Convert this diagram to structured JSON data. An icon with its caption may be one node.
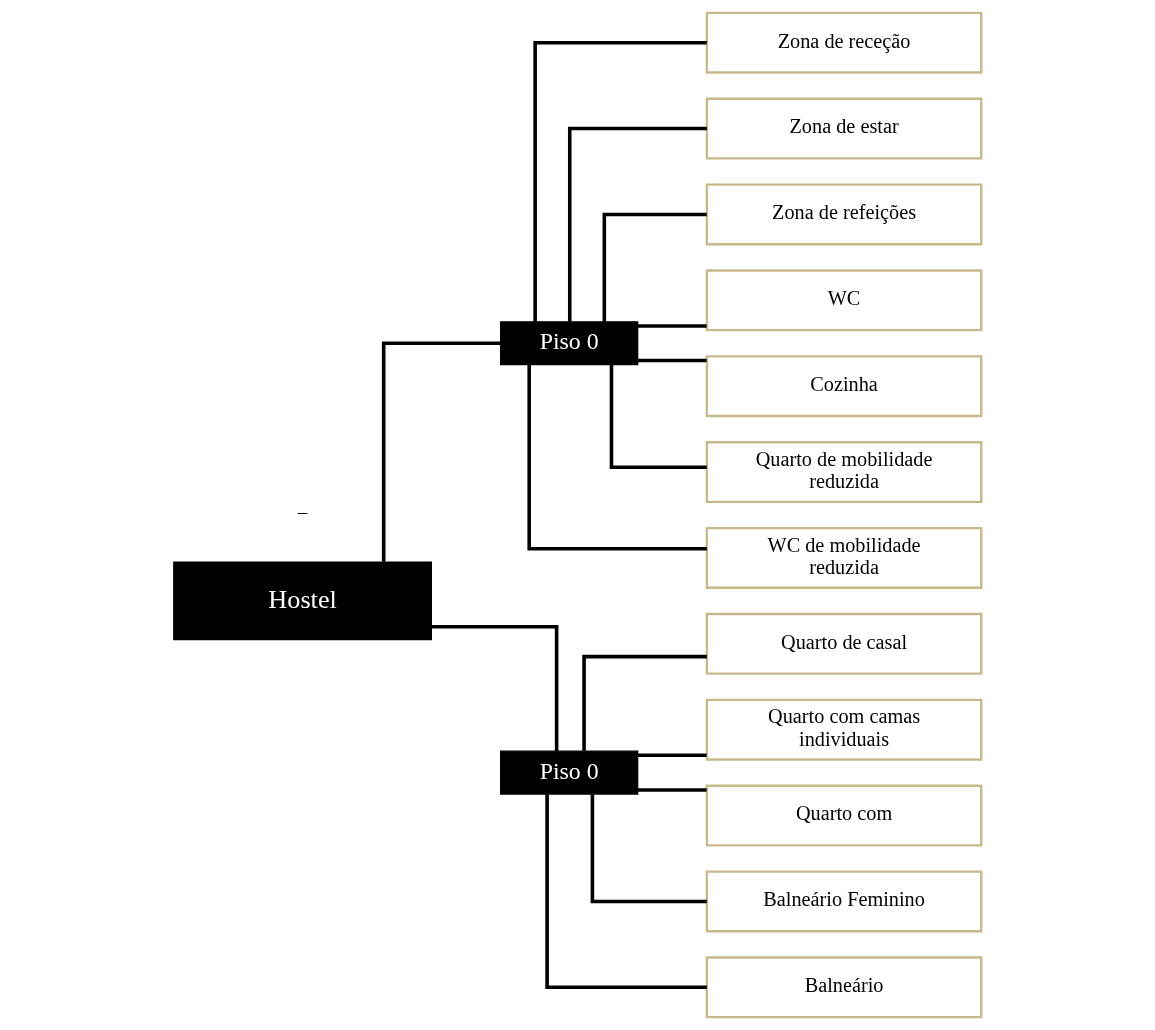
{
  "diagram": {
    "nodes": [
      {
        "text": [
          "Hostel"
        ]
      },
      {
        "text": [
          "Piso 0"
        ]
      },
      {
        "text": [
          "Piso 0"
        ]
      },
      {
        "text": [
          "Zona de receção"
        ]
      },
      {
        "text": [
          "Zona de estar"
        ]
      },
      {
        "text": [
          "Zona de refeições"
        ]
      },
      {
        "text": [
          "WC"
        ]
      },
      {
        "text": [
          "Cozinha"
        ]
      },
      {
        "text": [
          "Quarto de mobilidade reduzida"
        ]
      },
      {
        "text": [
          "WC de mobilidade reduzida"
        ]
      },
      {
        "text": [
          "Quarto de casal"
        ]
      },
      {
        "text": [
          "Quarto com camas individuais"
        ]
      },
      {
        "text": [
          "Quarto com"
        ]
      },
      {
        "text": [
          "Balneário Feminino"
        ]
      },
      {
        "text": [
          "Balneário"
        ]
      }
    ],
    "edges": [
      {
        "from": 0,
        "to": 1,
        "arrow": "none"
      },
      {
        "from": 0,
        "to": 2,
        "arrow": "none"
      },
      {
        "from": 1,
        "to": 3,
        "arrow": "none"
      },
      {
        "from": 1,
        "to": 4,
        "arrow": "none"
      },
      {
        "from": 1,
        "to": 5,
        "arrow": "none"
      },
      {
        "from": 1,
        "to": 6,
        "arrow": "none"
      },
      {
        "from": 1,
        "to": 7,
        "arrow": "none"
      },
      {
        "from": 1,
        "to": 8,
        "arrow": "none"
      },
      {
        "from": 1,
        "to": 9,
        "arrow": "none"
      },
      {
        "from": 2,
        "to": 10,
        "arrow": "none"
      },
      {
        "from": 2,
        "to": 11,
        "arrow": "none"
      },
      {
        "from": 2,
        "to": 12,
        "arrow": "none"
      },
      {
        "from": 2,
        "to": 13,
        "arrow": "none"
      },
      {
        "from": 2,
        "to": 14,
        "arrow": "none"
      }
    ],
    "labels": [
      "–"
    ]
  }
}
